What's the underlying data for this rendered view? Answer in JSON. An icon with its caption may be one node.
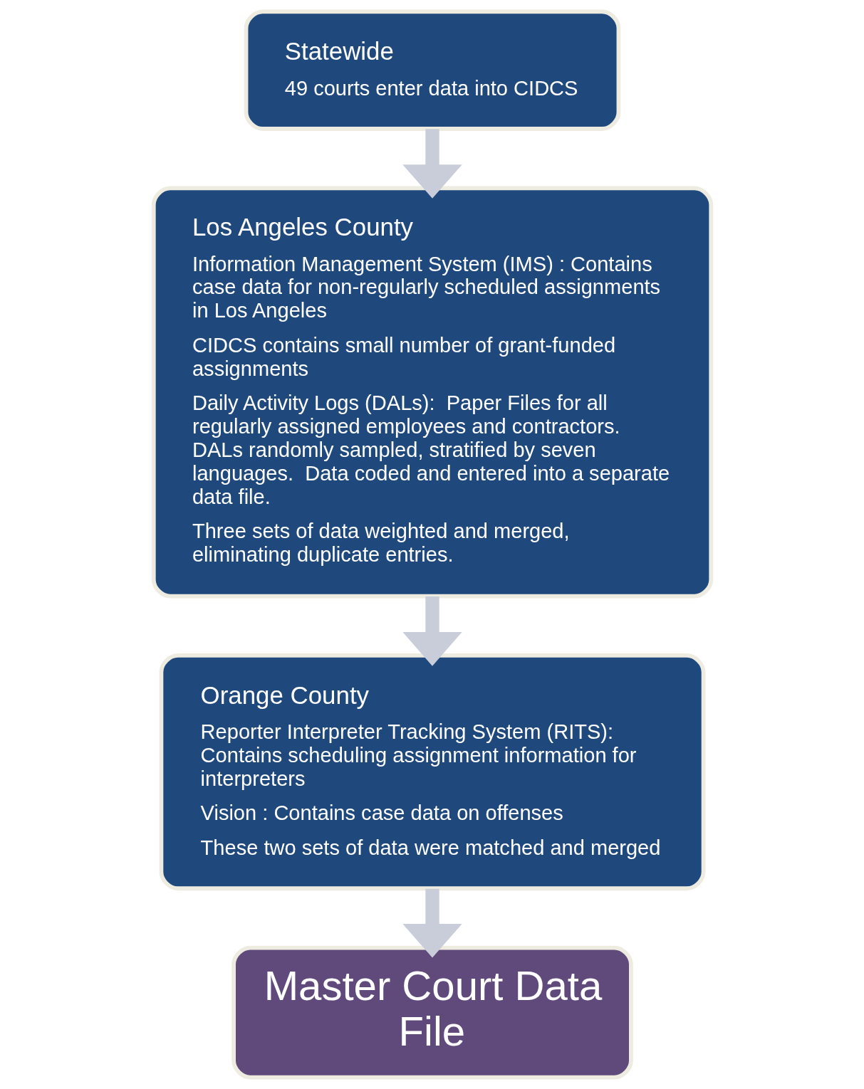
{
  "diagram": {
    "nodes": [
      {
        "text": [
          "Statewide",
          "49 courts enter data into CIDCS"
        ]
      },
      {
        "text": [
          "Los Angeles County",
          "Information Management System (IMS) : Contains case data for non-regularly scheduled assignments in Los Angeles",
          "CIDCS contains small number of grant-funded assignments",
          "Daily Activity Logs (DALs):  Paper Files for all regularly assigned employees and contractors.  DALs randomly sampled, stratified by seven languages.  Data coded and entered into a separate data file.",
          "Three sets of data weighted and merged, eliminating duplicate entries."
        ]
      },
      {
        "text": [
          "Orange County",
          "Reporter Interpreter Tracking System (RITS): Contains scheduling assignment information for interpreters",
          "Vision : Contains case data on offenses",
          "These two sets of data were matched and merged"
        ]
      },
      {
        "text": [
          "Master Court Data File"
        ]
      }
    ],
    "edges": [
      {
        "from": 0,
        "to": 1,
        "arrow": "to"
      },
      {
        "from": 1,
        "to": 2,
        "arrow": "to"
      },
      {
        "from": 2,
        "to": 3,
        "arrow": "to"
      }
    ]
  }
}
